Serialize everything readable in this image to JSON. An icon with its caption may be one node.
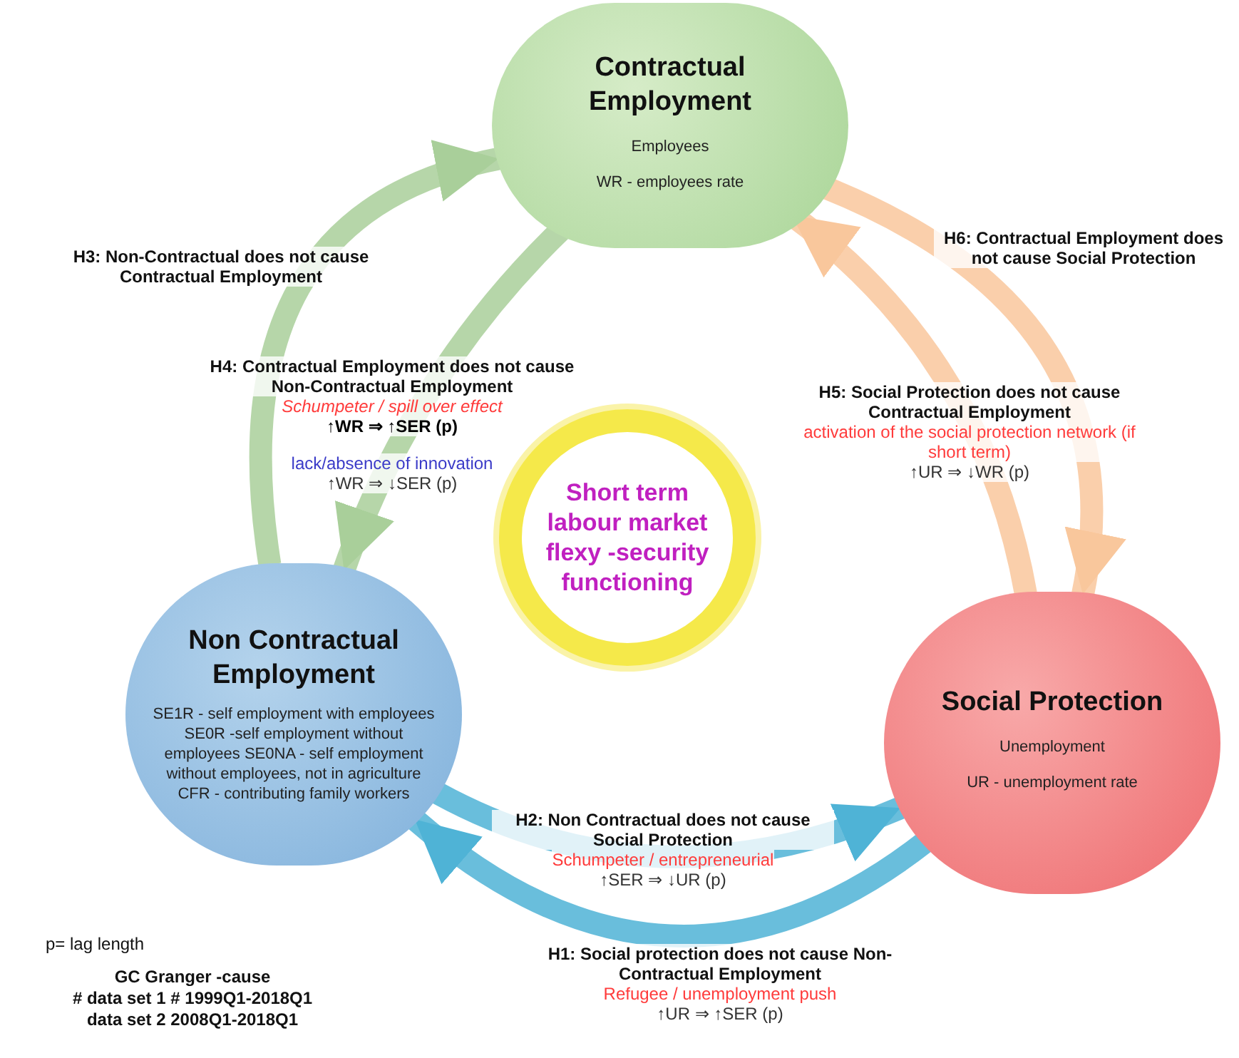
{
  "diagram": {
    "nodes": [
      {
        "text": [
          "Contractual Employment",
          "Employees",
          "WR -  employees rate"
        ]
      },
      {
        "text": [
          "Non Contractual Employment",
          "SE1R - self employment with employees SE0R -self employment without employees SE0NA - self employment without employees, not in agriculture CFR - contributing family workers"
        ]
      },
      {
        "text": [
          "Social Protection",
          "Unemployment",
          "UR -  unemployment rate"
        ]
      },
      {
        "text": [
          "Short term labour market flexy -security functioning"
        ]
      }
    ],
    "edges": [
      {
        "from": 1,
        "to": 0,
        "arrow": "to",
        "label": "H3: Non-Contractual does not cause Contractual Employment",
        "color": "#a9cf9a"
      },
      {
        "from": 0,
        "to": 1,
        "arrow": "to",
        "label": "H4: Contractual Employment does not cause Non-Contractual Employment",
        "color": "#a9cf9a"
      },
      {
        "from": 0,
        "to": 2,
        "arrow": "to",
        "label": "H6: Contractual Employment does not cause Social Protection",
        "color": "#f9c79c"
      },
      {
        "from": 2,
        "to": 0,
        "arrow": "to",
        "label": "H5: Social Protection does not cause Contractual Employment",
        "color": "#f9c79c"
      },
      {
        "from": 1,
        "to": 2,
        "arrow": "to",
        "label": "H2: Non Contractual does not cause Social Protection",
        "color": "#4fb3d6"
      },
      {
        "from": 2,
        "to": 1,
        "arrow": "to",
        "label": "H1: Social protection does not cause Non-Contractual Employment",
        "color": "#4fb3d6"
      }
    ],
    "labels": [
      "Schumpeter / spill over effect",
      "↑WR ⇒ ↑SER (p)",
      "lack/absence of innovation",
      "↑WR ⇒ ↓SER (p)",
      "activation of the social protection network (if short term)",
      "↑UR ⇒ ↓WR (p)",
      "Schumpeter / entrepreneurial",
      "↑SER ⇒ ↓UR (p)",
      "Refugee / unemployment push",
      "↑UR ⇒ ↑SER (p)",
      "p= lag length",
      "GC Granger -cause",
      "# data set 1 # 1999Q1-2018Q1",
      "data set 2 2008Q1-2018Q1"
    ]
  }
}
